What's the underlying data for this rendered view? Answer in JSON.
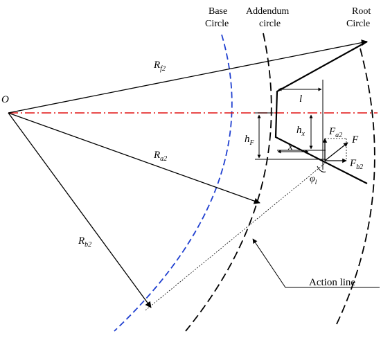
{
  "labels": {
    "base_circle_line1": "Base",
    "base_circle_line2": "Circle",
    "addendum_line1": "Addendum",
    "addendum_line2": "circle",
    "root_line1": "Root",
    "root_line2": "Circle",
    "origin": "O",
    "action_line": "Action line"
  },
  "symbols": {
    "rf": {
      "base": "R",
      "sub": "f2"
    },
    "ra": {
      "base": "R",
      "sub": "a2"
    },
    "rb": {
      "base": "R",
      "sub": "b2"
    },
    "l": {
      "base": "l",
      "sub": ""
    },
    "hf": {
      "base": "h",
      "sub": "F"
    },
    "hx": {
      "base": "h",
      "sub": "x"
    },
    "x": {
      "base": "x",
      "sub": ""
    },
    "fa": {
      "base": "F",
      "sub": "a2"
    },
    "f": {
      "base": "F",
      "sub": ""
    },
    "fb": {
      "base": "F",
      "sub": "b2"
    },
    "phi": {
      "base": "φ",
      "sub": "l"
    }
  },
  "colors": {
    "base_circle": "#1f3fd0",
    "centerline": "#e01010",
    "ink": "#000000"
  }
}
